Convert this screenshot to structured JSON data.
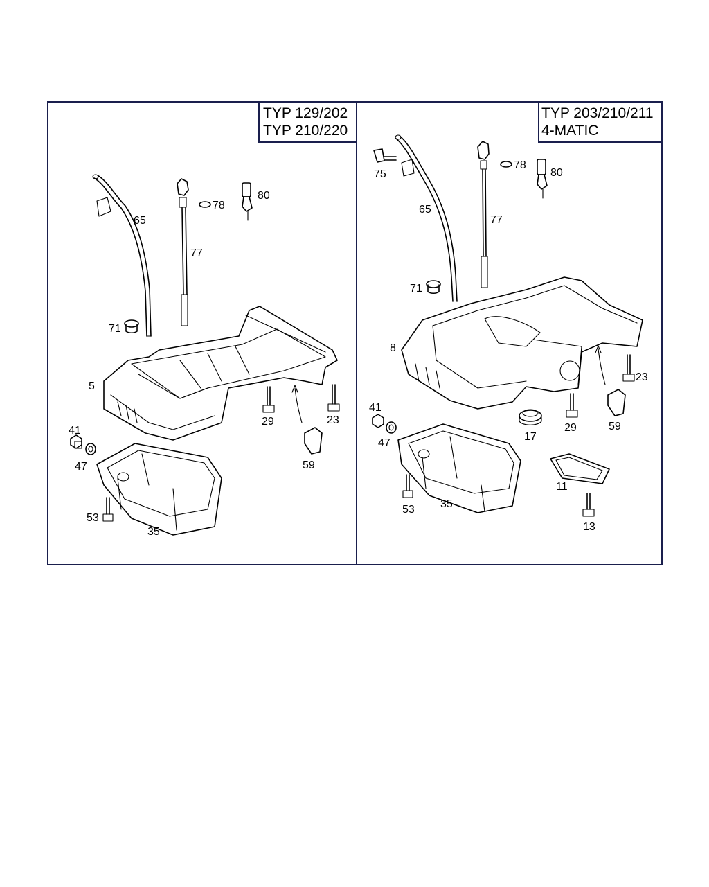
{
  "panels": [
    {
      "id": "left",
      "type_lines": [
        "TYP 129/202",
        "TYP 210/220"
      ],
      "callouts": [
        {
          "number": "65"
        },
        {
          "number": "77"
        },
        {
          "number": "78"
        },
        {
          "number": "80"
        },
        {
          "number": "71"
        },
        {
          "number": "5"
        },
        {
          "number": "41"
        },
        {
          "number": "47"
        },
        {
          "number": "29"
        },
        {
          "number": "23"
        },
        {
          "number": "59"
        },
        {
          "number": "53"
        },
        {
          "number": "35"
        }
      ]
    },
    {
      "id": "right",
      "type_lines": [
        "TYP 203/210/211",
        "4-MATIC"
      ],
      "callouts": [
        {
          "number": "75"
        },
        {
          "number": "65"
        },
        {
          "number": "78"
        },
        {
          "number": "80"
        },
        {
          "number": "77"
        },
        {
          "number": "71"
        },
        {
          "number": "8"
        },
        {
          "number": "23"
        },
        {
          "number": "41"
        },
        {
          "number": "47"
        },
        {
          "number": "17"
        },
        {
          "number": "29"
        },
        {
          "number": "59"
        },
        {
          "number": "11"
        },
        {
          "number": "53"
        },
        {
          "number": "35"
        },
        {
          "number": "13"
        }
      ]
    }
  ],
  "colors": {
    "frame": "#1a1f4d",
    "line": "#000000",
    "background": "#ffffff"
  }
}
